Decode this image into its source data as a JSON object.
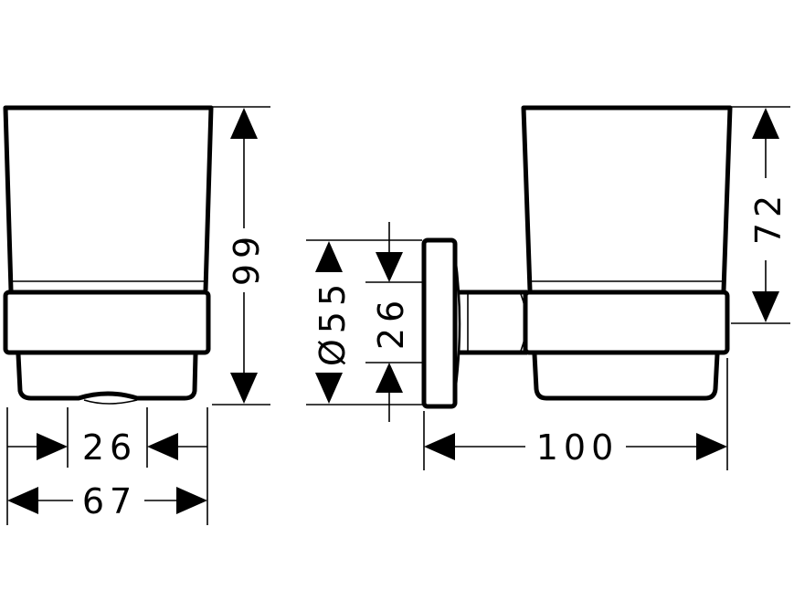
{
  "dimensions": {
    "height_total": "99",
    "cup_height": "72",
    "rosette_diameter": "Ø55",
    "rosette_mount": "26",
    "base_width": "26",
    "depth": "67",
    "projection": "100"
  }
}
